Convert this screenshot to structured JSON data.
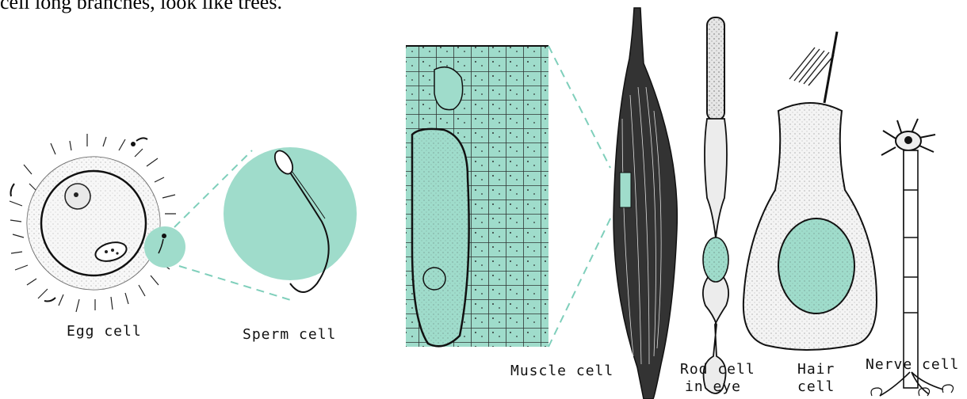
{
  "header_text": "cell long branches, look like trees.",
  "labels": {
    "egg": "Egg cell",
    "sperm": "Sperm cell",
    "muscle": "Muscle cell",
    "rod_line1": "Rod cell",
    "rod_line2": "in eye",
    "hair_line1": "Hair",
    "hair_line2": "cell",
    "nerve": "Nerve cell"
  },
  "colors": {
    "accent_teal": "#9fdccb",
    "ink": "#1a1a1a",
    "dash": "#7fcfbb"
  }
}
